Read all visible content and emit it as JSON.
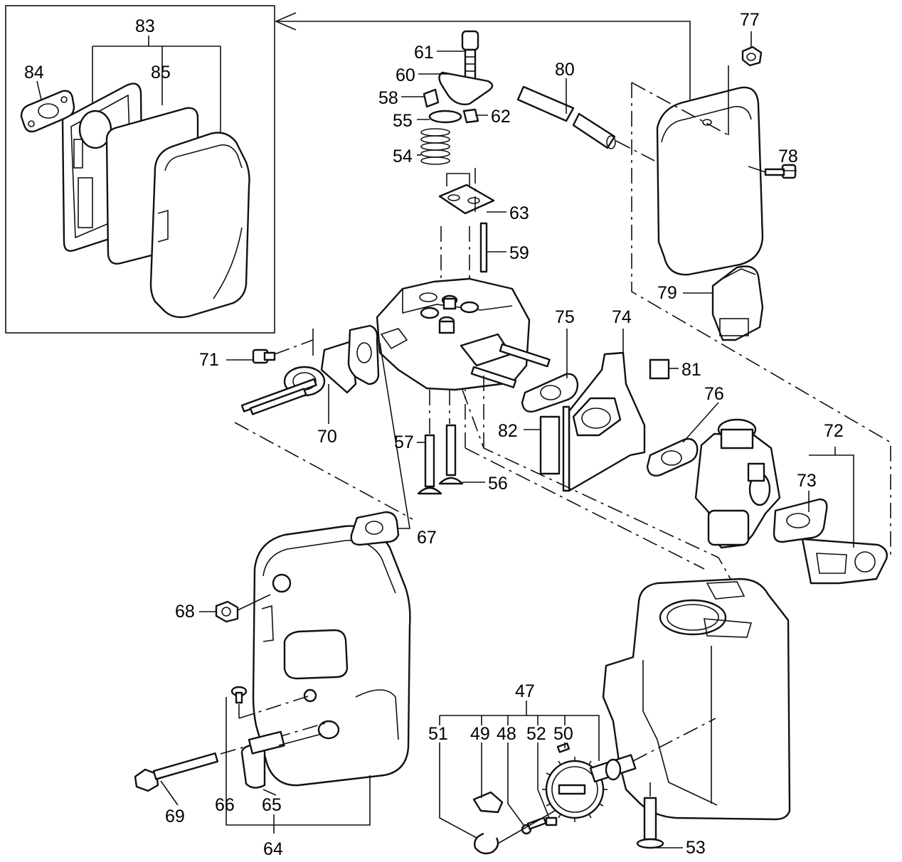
{
  "callouts": {
    "c47": "47",
    "c48": "48",
    "c49": "49",
    "c50": "50",
    "c51": "51",
    "c52": "52",
    "c53": "53",
    "c54": "54",
    "c55": "55",
    "c56": "56",
    "c57": "57",
    "c58": "58",
    "c59": "59",
    "c60": "60",
    "c61": "61",
    "c62": "62",
    "c63": "63",
    "c64": "64",
    "c65": "65",
    "c66": "66",
    "c67": "67",
    "c68": "68",
    "c69": "69",
    "c70": "70",
    "c71": "71",
    "c72": "72",
    "c73": "73",
    "c74": "74",
    "c75": "75",
    "c76": "76",
    "c77": "77",
    "c78": "78",
    "c79": "79",
    "c80": "80",
    "c81": "81",
    "c82": "82",
    "c83": "83",
    "c84": "84",
    "c85": "85"
  }
}
